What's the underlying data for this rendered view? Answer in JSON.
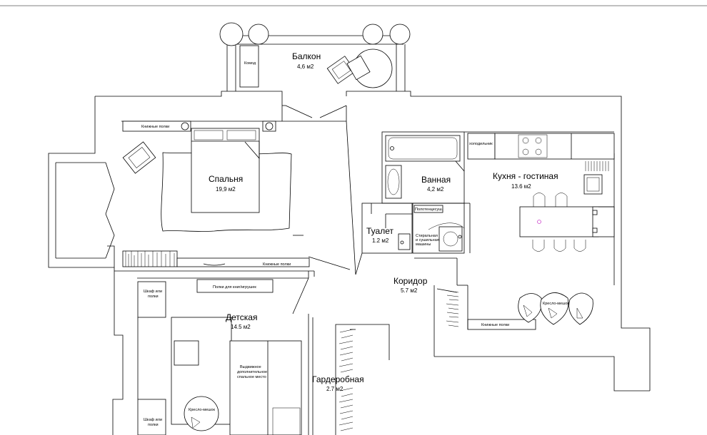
{
  "rooms": {
    "balcony": {
      "name": "Балкон",
      "area": "4,6 м2"
    },
    "bedroom": {
      "name": "Спальня",
      "area": "19,9 м2"
    },
    "bathroom": {
      "name": "Ванная",
      "area": "4,2 м2"
    },
    "kitchen": {
      "name": "Кухня - гостиная",
      "area": "13.6 м2"
    },
    "toilet": {
      "name": "Туалет",
      "area": "1.2 м2"
    },
    "corridor": {
      "name": "Коридор",
      "area": "5.7 м2"
    },
    "kids": {
      "name": "Детская",
      "area": "14.5 м2"
    },
    "wardrobe": {
      "name": "Гардеробная",
      "area": "2.7 м2"
    }
  },
  "furniture": {
    "dresser": "Комод",
    "bookshelf_top": "Книжные полки",
    "bookshelf_bottom": "Книжные полки",
    "bookshelf_kitchen": "Книжные полки",
    "fridge": "холодильник",
    "towel_dryer": "Полотенцесуш.",
    "washer_1": "Стиральная",
    "washer_2": "и сушильная",
    "washer_3": "машины",
    "toy_shelves": "Полки для книг/игрушек",
    "wardrobe_top_1": "Шкаф или",
    "wardrobe_top_2": "полки",
    "wardrobe_bottom_1": "Шкаф или",
    "wardrobe_bottom_2": "полки",
    "pullout_bed_1": "Выдвижное",
    "pullout_bed_2": "дополнительное",
    "pullout_bed_3": "спальное место",
    "beanbag_kids": "Кресло-мешок",
    "beanbag_living": "Кресло-мешок"
  },
  "colors": {
    "line": "#000000",
    "background": "#ffffff",
    "marker": "#cc44cc"
  }
}
